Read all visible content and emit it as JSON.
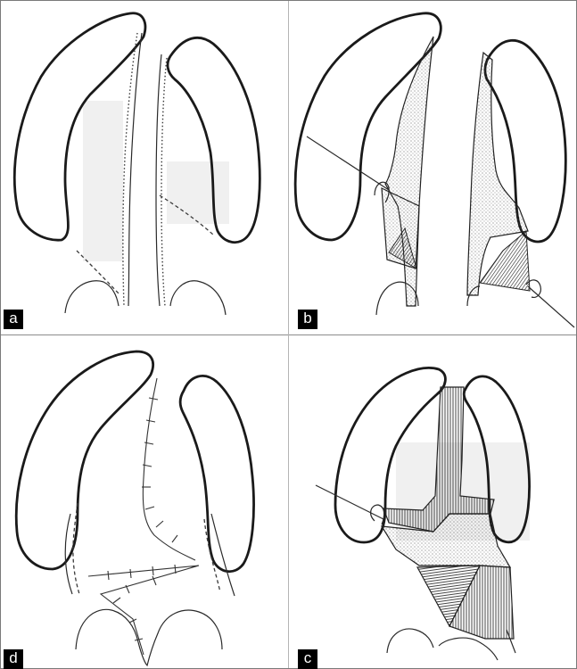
{
  "panels": [
    {
      "id": "a",
      "label": "a"
    },
    {
      "id": "b",
      "label": "b"
    },
    {
      "id": "d",
      "label": "d"
    },
    {
      "id": "c",
      "label": "c"
    }
  ]
}
